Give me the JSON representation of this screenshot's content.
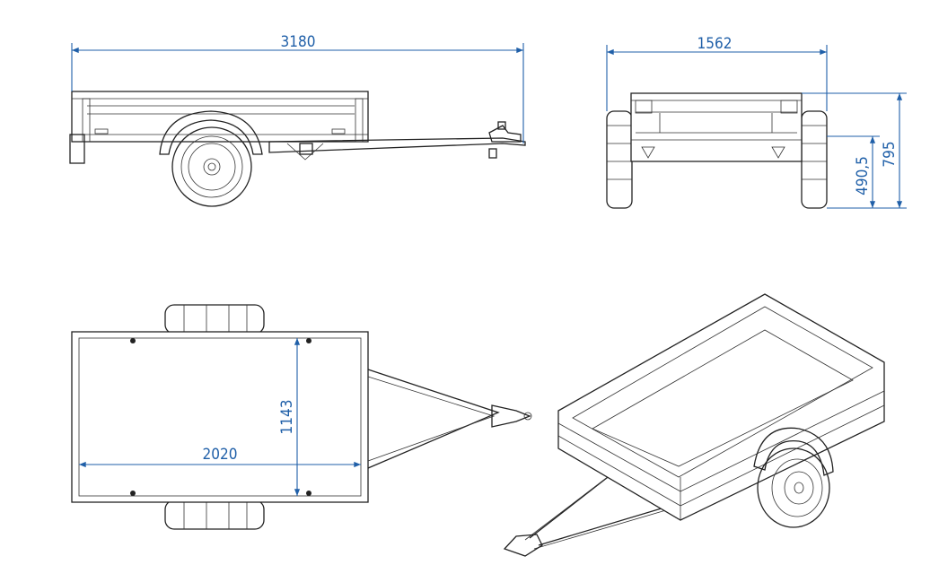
{
  "colors": {
    "dimension": "#1f5fa8",
    "line": "#222222"
  },
  "views": {
    "side": {
      "length_label": "3180"
    },
    "rear": {
      "width_label": "1562",
      "height_label": "795",
      "deck_height_label": "490,5"
    },
    "top": {
      "length_label": "2020",
      "width_label": "1143"
    }
  }
}
